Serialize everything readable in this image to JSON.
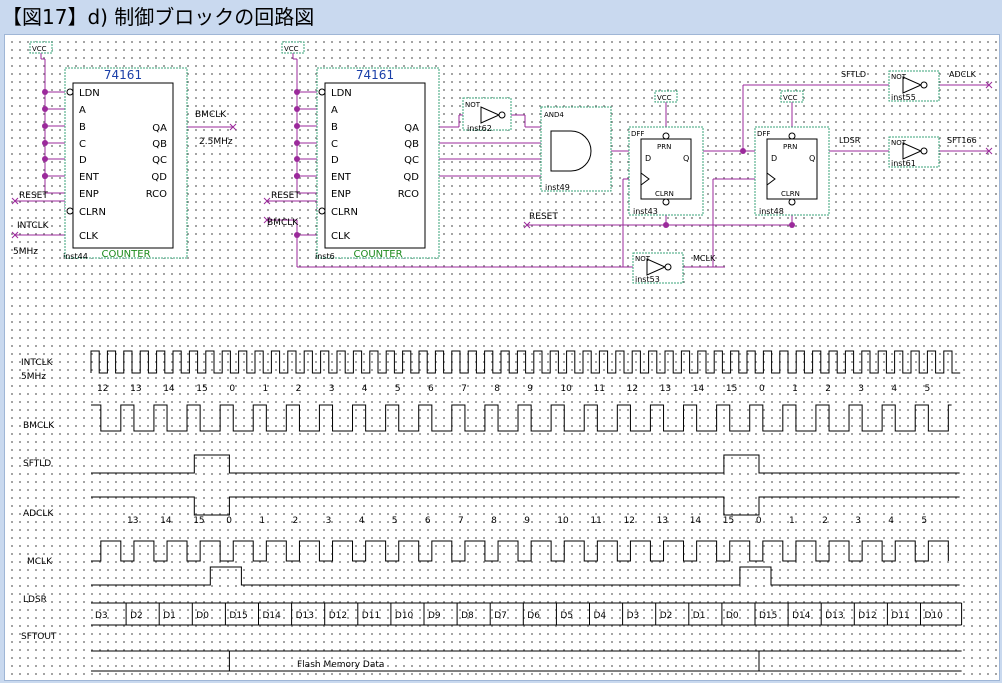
{
  "title": {
    "bracket_open": "【",
    "label": "図17",
    "bracket_close": "】",
    "text": "d) 制御ブロックの回路図"
  },
  "colors": {
    "wire": "#9b2a9b",
    "block_border": "#3aa37a",
    "pin_label": "#000000",
    "inst_label": "#000000",
    "counter_label": "#1c8a1c",
    "timing_line": "#000000",
    "sheet_background": "#ffffff",
    "page_background": "#c9d9ef"
  },
  "counter1": {
    "part": "74161",
    "type": "COUNTER",
    "inst": "inst44",
    "vcc": "VCC",
    "left_pins": [
      "LDN",
      "A",
      "B",
      "C",
      "D",
      "ENT",
      "ENP",
      "CLRN",
      "CLK"
    ],
    "right_pins": [
      "QA",
      "QB",
      "QC",
      "QD",
      "RCO"
    ],
    "net_out": "BMCLK",
    "net_reset": "RESET",
    "net_clk": "INTCLK",
    "freq_in": "5MHz",
    "freq_out": "2.5MHz"
  },
  "counter2": {
    "part": "74161",
    "type": "COUNTER",
    "inst": "inst6",
    "vcc": "VCC",
    "left_pins": [
      "LDN",
      "A",
      "B",
      "C",
      "D",
      "ENT",
      "ENP",
      "CLRN",
      "CLK"
    ],
    "right_pins": [
      "QA",
      "QB",
      "QC",
      "QD",
      "RCO"
    ],
    "net_reset": "RESET",
    "net_clk": "BMCLK"
  },
  "gates": {
    "not_label": "NOT",
    "and_label": "AND4",
    "dff_label": "DFF",
    "prn": "PRN",
    "clrn": "CLRN",
    "d": "D",
    "q": "Q",
    "vcc": "VCC",
    "not_qa_inst": "inst62",
    "and_inst": "inst49",
    "dff1_inst": "inst43",
    "dff2_inst": "inst48",
    "not_mclk_inst": "inst53",
    "not_adclk_inst": "inst55",
    "not_sft_inst": "inst61"
  },
  "nets": {
    "reset": "RESET",
    "mclk": "MCLK",
    "sftld": "SFTLD",
    "adclk": "ADCLK",
    "ldsr": "LDSR",
    "sft166": "SFT166"
  },
  "timing": {
    "signals": [
      {
        "id": "intclk",
        "label": "INTCLK",
        "sublabel": "5MHz"
      },
      {
        "id": "bmclk",
        "label": "BMCLK"
      },
      {
        "id": "sftld",
        "label": "SFTLD"
      },
      {
        "id": "adclk",
        "label": "ADCLK"
      },
      {
        "id": "mclk",
        "label": "MCLK"
      },
      {
        "id": "ldsr",
        "label": "LDSR"
      },
      {
        "id": "sftout",
        "label": "SFTOUT"
      }
    ],
    "bmclk_counts": [
      "12",
      "13",
      "14",
      "15",
      "0",
      "1",
      "2",
      "3",
      "4",
      "5",
      "6",
      "7",
      "8",
      "9",
      "10",
      "11",
      "12",
      "13",
      "14",
      "15",
      "0",
      "1",
      "2",
      "3",
      "4",
      "5"
    ],
    "mclk_counts": [
      "13",
      "14",
      "15",
      "0",
      "1",
      "2",
      "3",
      "4",
      "5",
      "6",
      "7",
      "8",
      "9",
      "10",
      "11",
      "12",
      "13",
      "14",
      "15",
      "0",
      "1",
      "2",
      "3",
      "4",
      "5"
    ],
    "sftout_data": [
      "D3",
      "D2",
      "D1",
      "D0",
      "D15",
      "D14",
      "D13",
      "D12",
      "D11",
      "D10",
      "D9",
      "D8",
      "D7",
      "D6",
      "D5",
      "D4",
      "D3",
      "D2",
      "D1",
      "D0",
      "D15",
      "D14",
      "D13",
      "D12",
      "D11",
      "D10"
    ],
    "flash_label": "Flash  Memory  Data"
  }
}
